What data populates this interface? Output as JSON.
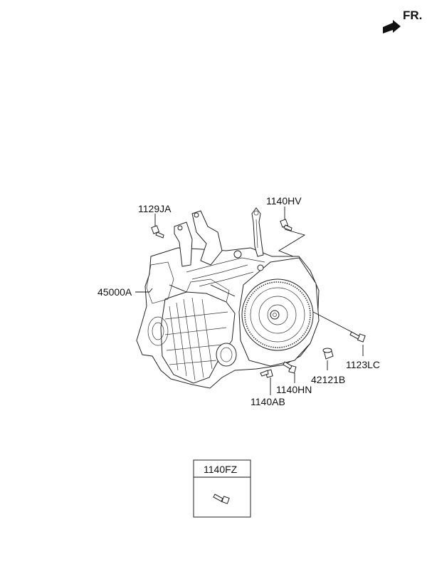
{
  "orientation": {
    "label": "FR."
  },
  "parts": {
    "transaxle": "45000A",
    "bracket_bolt": "1129JA",
    "dipstick_bolt": "1140HV",
    "lower_bolt": "1123LC",
    "plug": "42121B",
    "bolt_hn": "1140HN",
    "bolt_ab": "1140AB"
  },
  "inset": {
    "label": "1140FZ"
  }
}
